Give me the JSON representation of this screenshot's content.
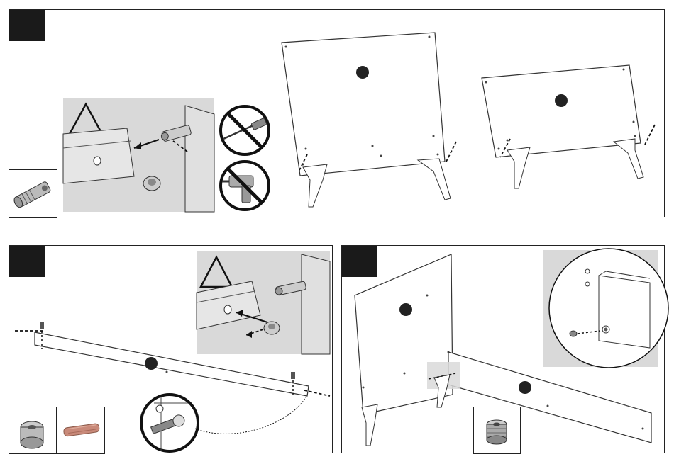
{
  "manual": {
    "steps": [
      {
        "id": "step-a",
        "badge": ""
      },
      {
        "id": "step-b",
        "badge": ""
      },
      {
        "id": "step-c",
        "badge": ""
      }
    ]
  },
  "icons": {
    "warning": "warning-triangle-icon",
    "no_screwdriver": "no-screwdriver-icon",
    "no_power_drill": "no-power-drill-icon",
    "part_marker": "part-marker-dot-icon"
  },
  "colors": {
    "badge": "#1a1a1a",
    "detail_background": "#d9d9d9",
    "line": "#222222",
    "dowel": "#c98a7a"
  }
}
